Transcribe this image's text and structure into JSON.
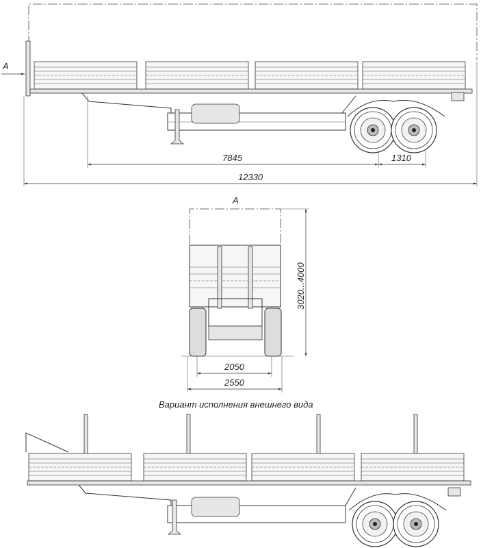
{
  "side_view": {
    "view_marker": "A",
    "dimensions": {
      "kingpin_to_axle": "7845",
      "axle_spacing": "1310",
      "overall_length": "12330"
    }
  },
  "rear_view": {
    "view_label": "A",
    "dimensions": {
      "height_range": "3020...4000",
      "track_width": "2050",
      "overall_width": "2550"
    }
  },
  "variant_caption": "Вариант исполнения внешнего вида"
}
